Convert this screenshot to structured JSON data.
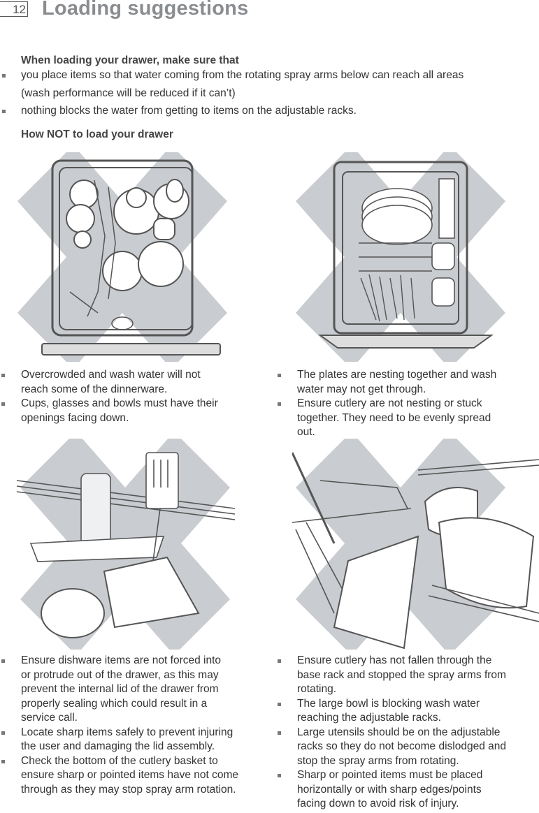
{
  "page": {
    "number": "12",
    "title": "Loading suggestions"
  },
  "intro": {
    "heading": "When loading your drawer, make sure that",
    "bullets": [
      "you place items so that water coming from the rotating spray arms below can reach all areas",
      "(wash performance will be reduced if it can’t)",
      "nothing blocks the water from getting to items on the adjustable racks."
    ]
  },
  "how_not": {
    "heading": "How NOT to load your drawer"
  },
  "panels": {
    "top_left": [
      "Overcrowded and wash water will not",
      "reach some of the dinnerware.",
      "Cups, glasses and bowls must have their",
      "openings facing down."
    ],
    "top_right": [
      "The plates are nesting together and wash",
      "water may not get through.",
      "Ensure cutlery are not nesting or stuck",
      "together.  They need to be evenly spread",
      "out."
    ],
    "bottom_left": [
      "Ensure dishware items are not forced into",
      "or protrude out of the drawer, as this may",
      "prevent the internal lid of the drawer from",
      "properly sealing which could result in a",
      "service call.",
      "Locate sharp items safely to prevent injuring",
      "the user and damaging the lid assembly.",
      "Check the bottom of the cutlery basket to",
      "ensure sharp or pointed items have not come",
      "through as they may stop spray arm rotation."
    ],
    "bottom_right": [
      "Ensure cutlery has not fallen through the",
      "base rack and stopped the spray arms from",
      "rotating.",
      "The large bowl is blocking wash water",
      "reaching the adjustable racks.",
      "Large utensils should be on the adjustable",
      "racks so they do not become dislodged and",
      "stop the spray arms from rotating.",
      "Sharp or pointed items must be placed",
      "horizontally or with sharp edges/points",
      "facing down to avoid risk of injury."
    ]
  },
  "colors": {
    "cross": "#c9ccd0",
    "title": "#8a8d90",
    "line": "#555555"
  }
}
